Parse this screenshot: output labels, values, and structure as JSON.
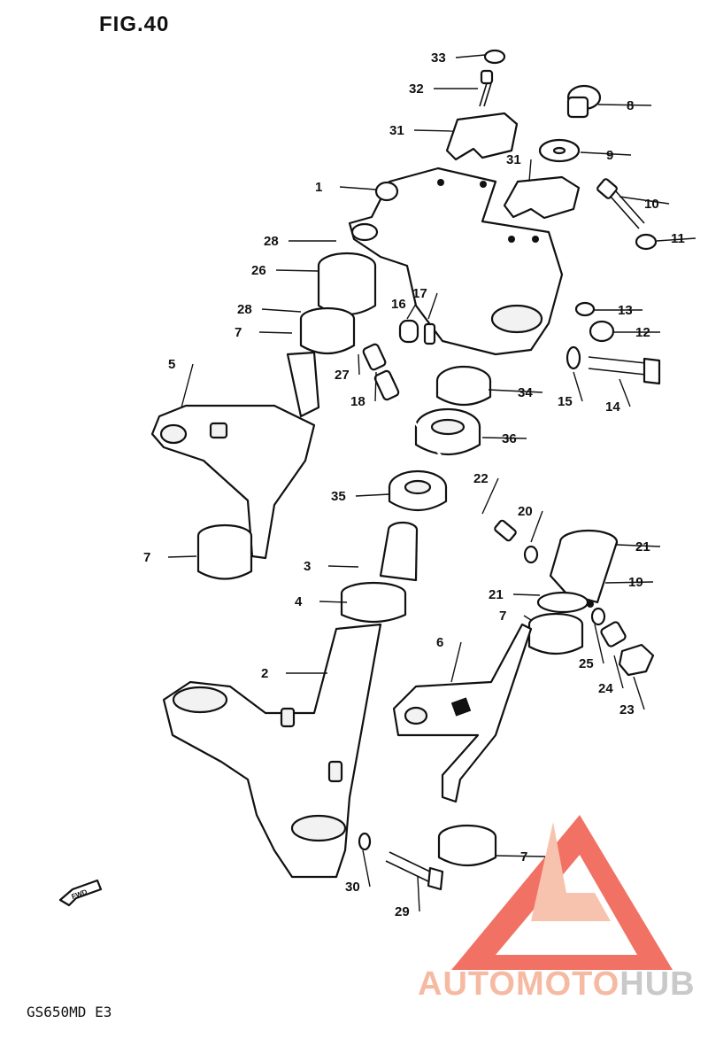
{
  "figure": {
    "title": "FIG.40",
    "model_code": "GS650MD  E3",
    "fwd_label": "FWD"
  },
  "watermark": {
    "part1": "AUTOMOTO",
    "part2": "HUB",
    "colors": {
      "light": "#f6b9a2",
      "accent": "#ef5a4a",
      "grey": "#c9c9c9"
    }
  },
  "callouts": [
    {
      "id": "c33",
      "text": "33"
    },
    {
      "id": "c32",
      "text": "32"
    },
    {
      "id": "c31a",
      "text": "31"
    },
    {
      "id": "c31b",
      "text": "31"
    },
    {
      "id": "c8",
      "text": "8"
    },
    {
      "id": "c9",
      "text": "9"
    },
    {
      "id": "c10",
      "text": "10"
    },
    {
      "id": "c11",
      "text": "11"
    },
    {
      "id": "c1",
      "text": "1"
    },
    {
      "id": "c28a",
      "text": "28"
    },
    {
      "id": "c26",
      "text": "26"
    },
    {
      "id": "c28b",
      "text": "28"
    },
    {
      "id": "c7a",
      "text": "7"
    },
    {
      "id": "c16",
      "text": "16"
    },
    {
      "id": "c17",
      "text": "17"
    },
    {
      "id": "c13",
      "text": "13"
    },
    {
      "id": "c12",
      "text": "12"
    },
    {
      "id": "c5",
      "text": "5"
    },
    {
      "id": "c27",
      "text": "27"
    },
    {
      "id": "c18",
      "text": "18"
    },
    {
      "id": "c34",
      "text": "34"
    },
    {
      "id": "c15",
      "text": "15"
    },
    {
      "id": "c14",
      "text": "14"
    },
    {
      "id": "c36",
      "text": "36"
    },
    {
      "id": "c22",
      "text": "22"
    },
    {
      "id": "c35",
      "text": "35"
    },
    {
      "id": "c20",
      "text": "20"
    },
    {
      "id": "c21a",
      "text": "21"
    },
    {
      "id": "c7b",
      "text": "7"
    },
    {
      "id": "c3",
      "text": "3"
    },
    {
      "id": "c19",
      "text": "19"
    },
    {
      "id": "c21b",
      "text": "21"
    },
    {
      "id": "c4",
      "text": "4"
    },
    {
      "id": "c7c",
      "text": "7"
    },
    {
      "id": "c6",
      "text": "6"
    },
    {
      "id": "c25",
      "text": "25"
    },
    {
      "id": "c2",
      "text": "2"
    },
    {
      "id": "c24",
      "text": "24"
    },
    {
      "id": "c23",
      "text": "23"
    },
    {
      "id": "c7d",
      "text": "7"
    },
    {
      "id": "c30",
      "text": "30"
    },
    {
      "id": "c29",
      "text": "29"
    }
  ]
}
